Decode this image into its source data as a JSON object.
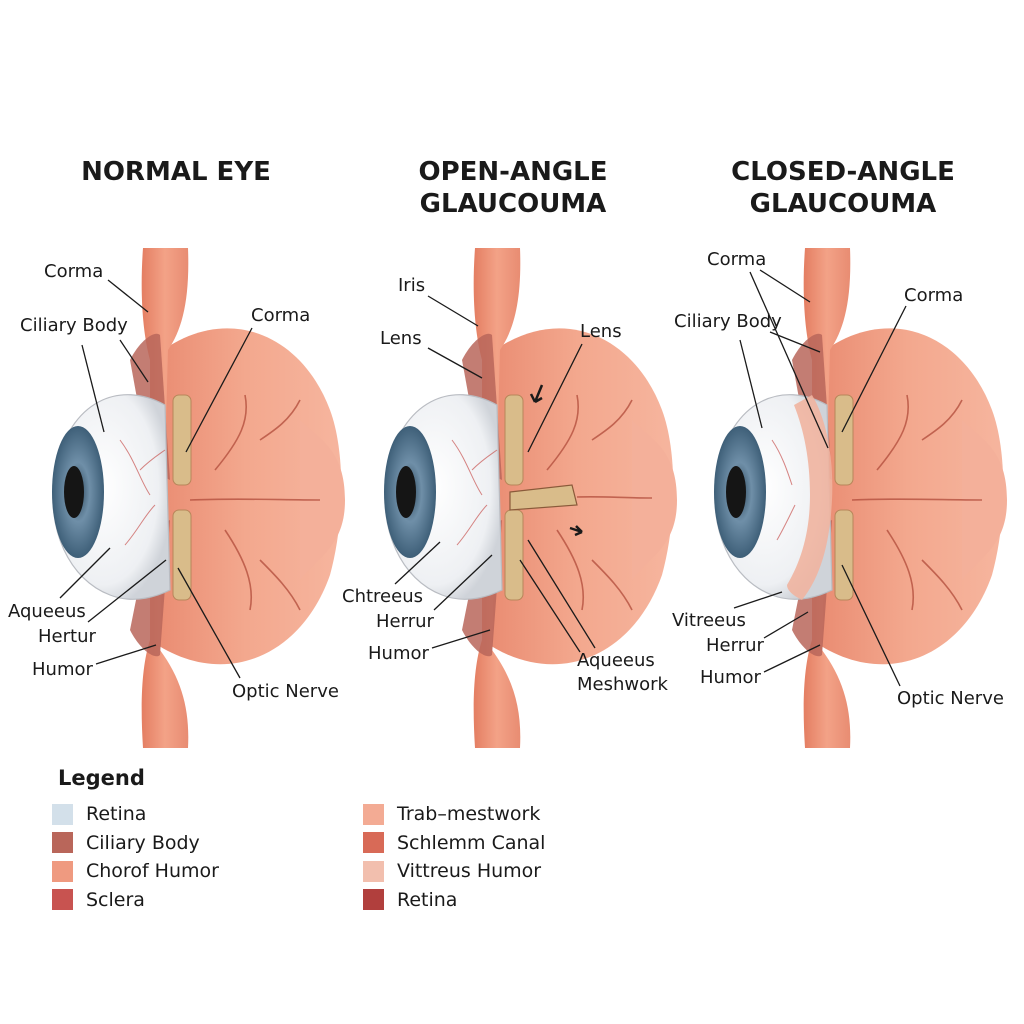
{
  "panels": [
    {
      "title_lines": [
        "NORMAL EYE"
      ],
      "labels": [
        "Corma",
        "Ciliary Body",
        "Corma",
        "Aqueeus",
        "Hertur",
        "Humor",
        "Optic Nerve"
      ]
    },
    {
      "title_lines": [
        "OPEN-ANGLE",
        "GLAUCOUMA"
      ],
      "labels": [
        "Iris",
        "Lens",
        "Lens",
        "Chtreeus",
        "Herrur",
        "Humor",
        "Aqueeus",
        "Meshwork"
      ]
    },
    {
      "title_lines": [
        "CLOSED-ANGLE",
        "GLAUCOUMA"
      ],
      "labels": [
        "Corma",
        "Ciliary Body",
        "Corma",
        "Vitreeus",
        "Herrur",
        "Humor",
        "Optic Nerve"
      ]
    }
  ],
  "legend": {
    "title": "Legend",
    "left": [
      {
        "label": "Retina",
        "color": "#d3e0ea"
      },
      {
        "label": "Ciliary Body",
        "color": "#b9665a"
      },
      {
        "label": "Chorof Humor",
        "color": "#ef9a80"
      },
      {
        "label": "Sclera",
        "color": "#c85350"
      }
    ],
    "right": [
      {
        "label": "Trab–mestwork",
        "color": "#f3ab94"
      },
      {
        "label": "Schlemm Canal",
        "color": "#d86a57"
      },
      {
        "label": "Vittreus Humor",
        "color": "#f2bfae"
      },
      {
        "label": "Retina",
        "color": "#b13f3d"
      }
    ]
  },
  "colors": {
    "tissue": "#f1a085",
    "tissue_dark": "#d9705b",
    "stalk": "#ef9676",
    "sclera": "#f6f7f9",
    "iris": "#6f8fa8",
    "pupil": "#151515",
    "vessel": "#b4503f",
    "lens_band": "#d9bc8a"
  }
}
